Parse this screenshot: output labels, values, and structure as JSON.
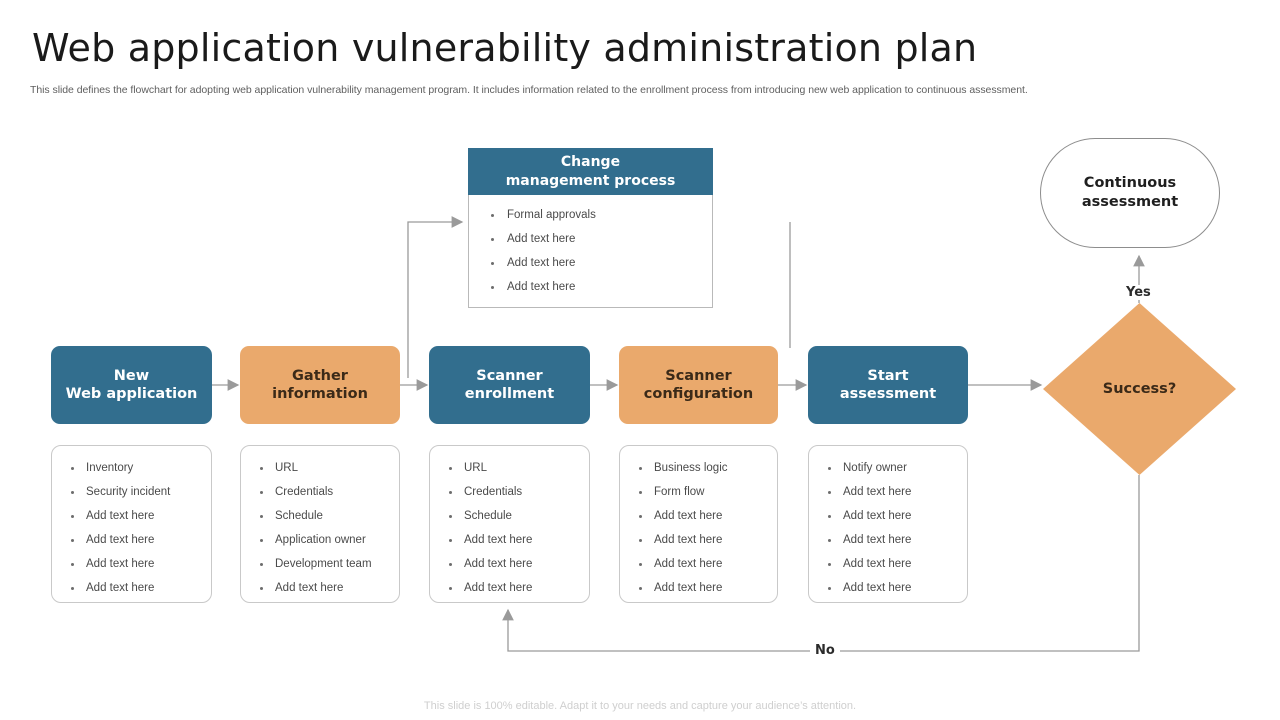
{
  "header": {
    "title": "Web application vulnerability administration plan",
    "subtitle": "This slide defines the flowchart for adopting web application vulnerability management program. It includes information related to the enrollment process from introducing new web application to continuous assessment."
  },
  "footer": {
    "note": "This slide is 100% editable. Adapt it to your needs and capture your audience’s attention."
  },
  "colors": {
    "blue": "#326E8E",
    "orange": "#EAA96C",
    "connector": "#9a9a9a",
    "card_border": "#c9c9c9",
    "body_text": "#4a4a4a"
  },
  "change_management": {
    "title": "Change\nmanagement process",
    "title_line1": "Change",
    "title_line2": "management process",
    "items": [
      "Formal  approvals",
      "Add text here",
      "Add text here",
      "Add text here"
    ]
  },
  "steps": [
    {
      "id": "new-web-application",
      "label_line1": "New",
      "label_line2": "Web application",
      "style": "blue",
      "items": [
        "Inventory",
        "Security incident",
        "Add text here",
        "Add text here",
        "Add text here",
        "Add text here"
      ]
    },
    {
      "id": "gather-information",
      "label_line1": "Gather",
      "label_line2": "information",
      "style": "orange",
      "items": [
        "URL",
        "Credentials",
        "Schedule",
        "Application owner",
        "Development  team",
        "Add text here"
      ]
    },
    {
      "id": "scanner-enrollment",
      "label_line1": "Scanner",
      "label_line2": "enrollment",
      "style": "blue",
      "items": [
        "URL",
        "Credentials",
        "Schedule",
        "Add text here",
        "Add text here",
        "Add text here"
      ]
    },
    {
      "id": "scanner-configuration",
      "label_line1": "Scanner",
      "label_line2": "configuration",
      "style": "orange",
      "items": [
        "Business logic",
        "Form flow",
        "Add text here",
        "Add text here",
        "Add text here",
        "Add text here"
      ]
    },
    {
      "id": "start-assessment",
      "label_line1": "Start",
      "label_line2": "assessment",
      "style": "blue",
      "items": [
        "Notify  owner",
        "Add text here",
        "Add text here",
        "Add text here",
        "Add text here",
        "Add text here"
      ]
    }
  ],
  "decision": {
    "label": "Success?",
    "yes_label": "Yes",
    "no_label": "No"
  },
  "terminator": {
    "label_line1": "Continuous",
    "label_line2": "assessment"
  }
}
